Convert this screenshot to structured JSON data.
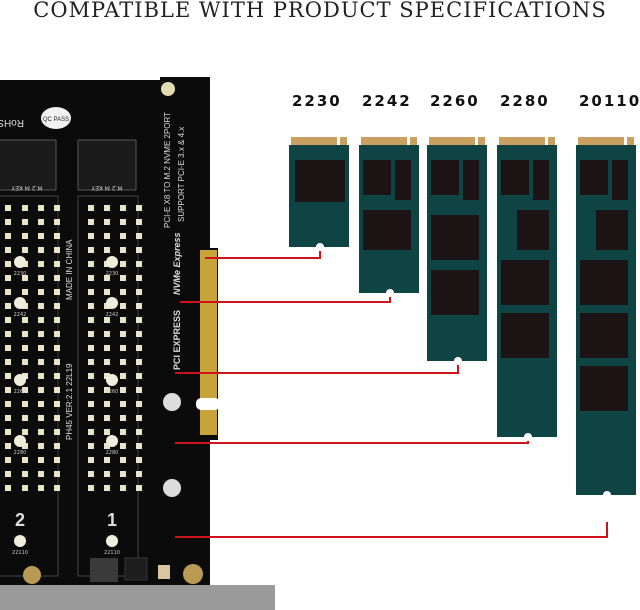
{
  "title": "COMPATIBLE WITH PRODUCT SPECIFICATIONS",
  "colors": {
    "ssd_body": "#0f4444",
    "ssd_chip": "#1c1414",
    "ssd_gold": "#c9a060",
    "pcb": "#0b0b0b",
    "line": "#d0121a",
    "pad": "#e8e6c8"
  },
  "sizes": [
    "2230",
    "2242",
    "2260",
    "2280",
    "20110"
  ],
  "board": {
    "rohs": "RoHS",
    "qc": "QC PASS",
    "model": "PCI-E X8 TO M.2 NVME 2PORT",
    "support": "SUPPORT PCI-E 3.x & 4.x",
    "key_label": "M.2 M KEY",
    "made_in": "MADE IN CHINA",
    "version": "PH45  VER:2.1  22L19",
    "slot_1": "1",
    "slot_2": "2",
    "nvme_logo": "NVMe Express",
    "pcie_logo": "PCI EXPRESS",
    "hole_labels": [
      "2230",
      "2242",
      "2260",
      "2280",
      "22110"
    ]
  }
}
